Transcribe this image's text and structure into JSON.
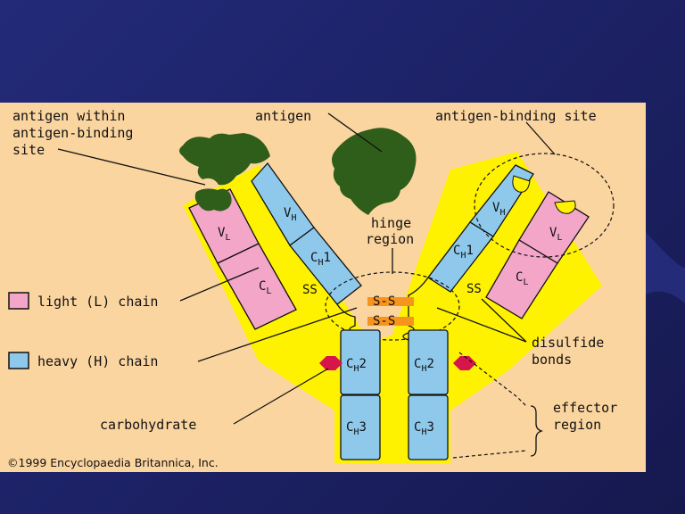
{
  "labels": {
    "antigen_within_1": "antigen within",
    "antigen_within_2": "antigen-binding",
    "antigen_within_3": "site",
    "antigen": "antigen",
    "antigen_binding_site": "antigen-binding site",
    "hinge_1": "hinge",
    "hinge_2": "region",
    "light_chain": "light (L) chain",
    "heavy_chain": "heavy (H) chain",
    "disulfide_1": "disulfide",
    "disulfide_2": "bonds",
    "effector_1": "effector",
    "effector_2": "region",
    "carbohydrate": "carbohydrate",
    "copyright": "©1999 Encyclopaedia Britannica, Inc."
  },
  "domains": {
    "vh": "V",
    "vh_sub": "H",
    "vl": "V",
    "vl_sub": "L",
    "ch1": "C",
    "ch1_sub": "H",
    "ch1_num": "1",
    "cl": "C",
    "cl_sub": "L",
    "ch2": "C",
    "ch2_sub": "H",
    "ch2_num": "2",
    "ch3": "C",
    "ch3_sub": "H",
    "ch3_num": "3",
    "ss": "SS",
    "s_s": "S-S"
  },
  "colors": {
    "panel": "#fbd5a0",
    "yellow": "#fff200",
    "light_chain": "#f4a6c8",
    "heavy_chain": "#8ec9ec",
    "antigen": "#2e5e1a",
    "carbohydrate": "#d6154a"
  }
}
